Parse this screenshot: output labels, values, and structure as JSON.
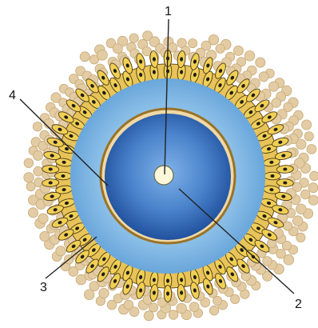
{
  "colors": {
    "background": "#ffffff",
    "cumulus_cell": "#e3cca3",
    "cumulus_cell_edge": "#c6a979",
    "corona_cell": "#f1cf54",
    "corona_cell_edge": "#4a3a16",
    "corona_nucleus": "#1c1c1c",
    "zona_pellucida": "#80b7e3",
    "zona_pellucida_light": "#aed4f0",
    "membrane": "#9a7328",
    "membrane_inner": "#f0d9a6",
    "ooplasm_center": "#6fa6e1",
    "ooplasm_edge": "#1f4f9c",
    "nucleus": "#fbf8d9",
    "line": "#222222"
  },
  "labels": [
    {
      "id": "label-1",
      "text": "1"
    },
    {
      "id": "label-2",
      "text": "2"
    },
    {
      "id": "label-3",
      "text": "3"
    },
    {
      "id": "label-4",
      "text": "4"
    }
  ]
}
